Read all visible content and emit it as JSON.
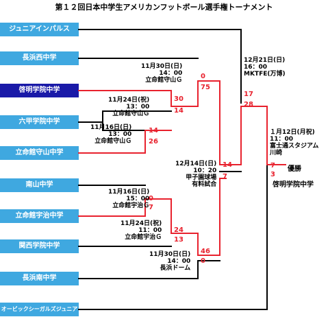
{
  "title": "第１２回日本中学生アメリカンフットボール選手権トーナメント",
  "teams": [
    {
      "name": "ジュニアインパルス",
      "color": "#3fa8e0"
    },
    {
      "name": "長浜西中学",
      "color": "#3fa8e0"
    },
    {
      "name": "啓明学院中学",
      "color": "#1a1aa8"
    },
    {
      "name": "六甲学院中学",
      "color": "#3fa8e0"
    },
    {
      "name": "立命館守山中学",
      "color": "#3fa8e0"
    },
    {
      "name": "南山中学",
      "color": "#3fa8e0"
    },
    {
      "name": "立命館宇治中学",
      "color": "#3fa8e0"
    },
    {
      "name": "関西学院中学",
      "color": "#3fa8e0"
    },
    {
      "name": "長浜南中学",
      "color": "#3fa8e0"
    },
    {
      "name": "オービックシーガルズジュニア",
      "color": "#3fa8e0"
    }
  ],
  "games": {
    "g1": {
      "info": "11月16日(日)\n13：00\n立命館守山Ｇ",
      "score_a": "14",
      "score_b": "26"
    },
    "g2": {
      "info": "11月24日(祝)\n13：00\n立命館守山Ｇ",
      "score_a": "30",
      "score_b": "14"
    },
    "g3": {
      "info": "11月30日(日)\n14：00\n立命館守山Ｇ",
      "score_a": "0",
      "score_b": "75"
    },
    "g4": {
      "info": "11月16日(日)\n15：00\n立命館宇治Ｇ",
      "score_a": "0",
      "score_b": "7"
    },
    "g5": {
      "info": "11月24日(祝)\n11：00\n立命館宇治Ｇ",
      "score_a": "24",
      "score_b": "13"
    },
    "g6": {
      "info": "11月30日(日)\n14：00\n長浜ドーム",
      "score_a": "46",
      "score_b": "0"
    },
    "semi_a": {
      "info": "12月21日(日)\n16：00\nMKTFE(万博)",
      "score_a": "17",
      "score_b": "28"
    },
    "semi_b": {
      "info": "12月14日(日)\n10：20\n甲子園球場\n有料試合",
      "score_a": "14",
      "score_b": "7"
    },
    "final": {
      "info": "１月12日(月祝)\n11：00\n富士通スタジアム\n川崎",
      "score_a": "7",
      "score_b": "3"
    }
  },
  "champion": {
    "label": "優勝",
    "name": "啓明学院中学"
  },
  "colors": {
    "winner_line": "#e8212d",
    "line": "#000000",
    "team_blue": "#3fa8e0",
    "team_navy": "#1a1aa8"
  }
}
